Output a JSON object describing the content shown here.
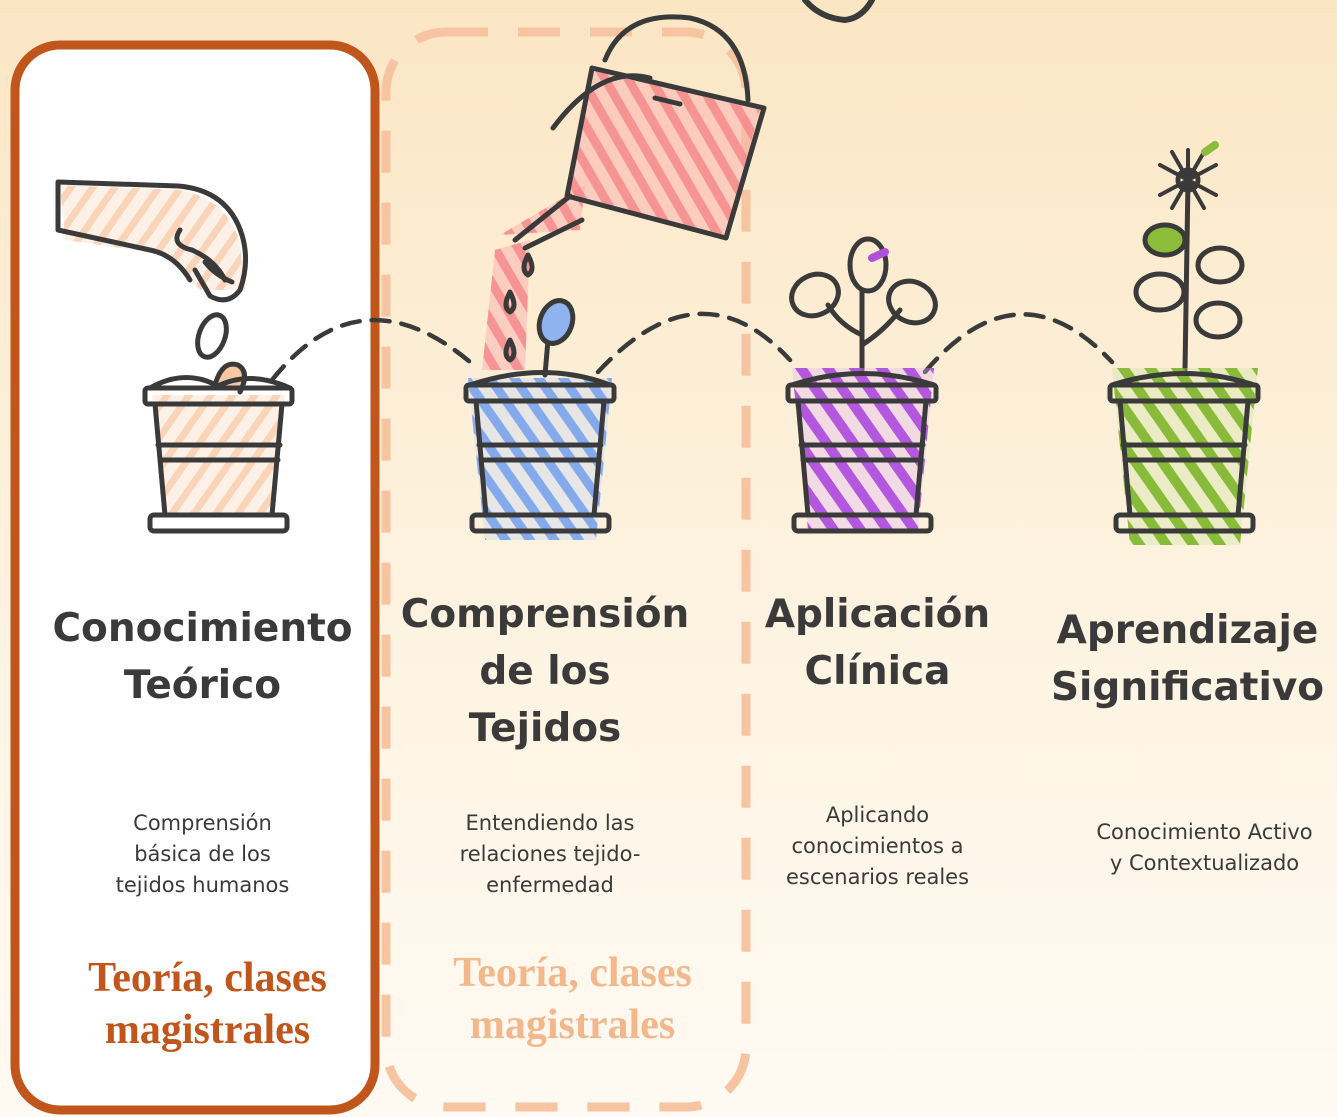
{
  "stages": [
    {
      "title_line1": "Conocimiento",
      "title_line2": "Teórico",
      "title_line3": "",
      "desc_line1": "Comprensión",
      "desc_line2": "básica de los",
      "desc_line3": "tejidos humanos",
      "icon": "hand-planting-seed-icon",
      "accent": "#f6c9a8"
    },
    {
      "title_line1": "Comprensión",
      "title_line2": "de los",
      "title_line3": "Tejidos",
      "desc_line1": "Entendiendo las",
      "desc_line2": "relaciones tejido-",
      "desc_line3": "enfermedad",
      "icon": "watering-can-sprout-icon",
      "accent": "#8fb3ee"
    },
    {
      "title_line1": "Aplicación",
      "title_line2": "Clínica",
      "title_line3": "",
      "desc_line1": "Aplicando",
      "desc_line2": "conocimientos a",
      "desc_line3": "escenarios reales",
      "icon": "young-plant-icon",
      "accent": "#b65ae0"
    },
    {
      "title_line1": "Aprendizaje",
      "title_line2": "Significativo",
      "title_line3": "",
      "desc_line1": "Conocimiento Activo",
      "desc_line2": "y Contextualizado",
      "desc_line3": "",
      "icon": "flowering-plant-icon",
      "accent": "#8bbd3a"
    }
  ],
  "method_labels": [
    {
      "line1": "Teoría, clases",
      "line2": "magistrales",
      "color": "#c0561b",
      "style": "solid-highlight"
    },
    {
      "line1": "Teoría, clases",
      "line2": "magistrales",
      "color": "#f2b88c",
      "style": "dashed-highlight"
    }
  ],
  "colors": {
    "background_top": "#fbe6c4",
    "background_bottom": "#fefaf3",
    "outline": "#3a3a3a",
    "seed_fill": "#f7c8a2",
    "water_fill": "#f59a9a",
    "sprout_fill": "#8fb3ee"
  }
}
